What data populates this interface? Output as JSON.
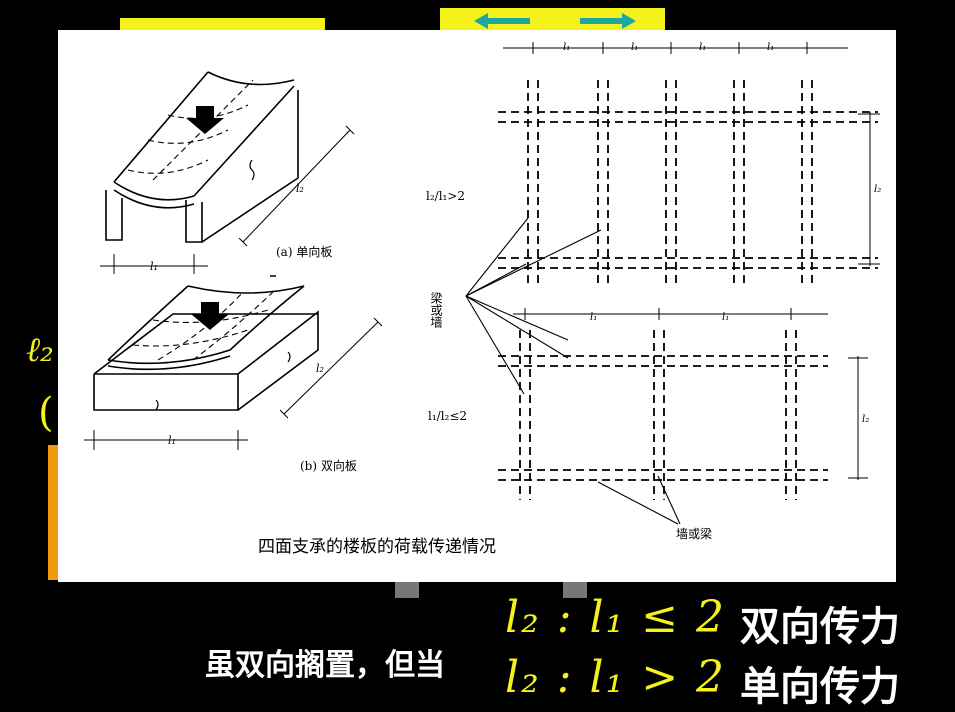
{
  "caption": "四面支承的楼板的荷载传递情况",
  "left_diagram": {
    "a_label": "(a) 单向板",
    "b_label": "(b) 双向板",
    "l1_a": "l₁",
    "l2_a": "l₂",
    "l1_b": "l₁",
    "l2_b": "l₂"
  },
  "right_diagram": {
    "ratio_gt": "l₂/l₁>2",
    "ratio_le": "l₁/l₂≤2",
    "beam_wall_label": "梁或墙",
    "wall_beam_label": "墙或梁",
    "l1": "l₁",
    "l2": "l₂"
  },
  "bottom": {
    "text": "虽双向搁置，但当",
    "formula1": "l₂ : l₁ ≤ 2",
    "result1": "双向传力",
    "formula2": "l₂ : l₁ > 2",
    "result2": "单向传力"
  }
}
